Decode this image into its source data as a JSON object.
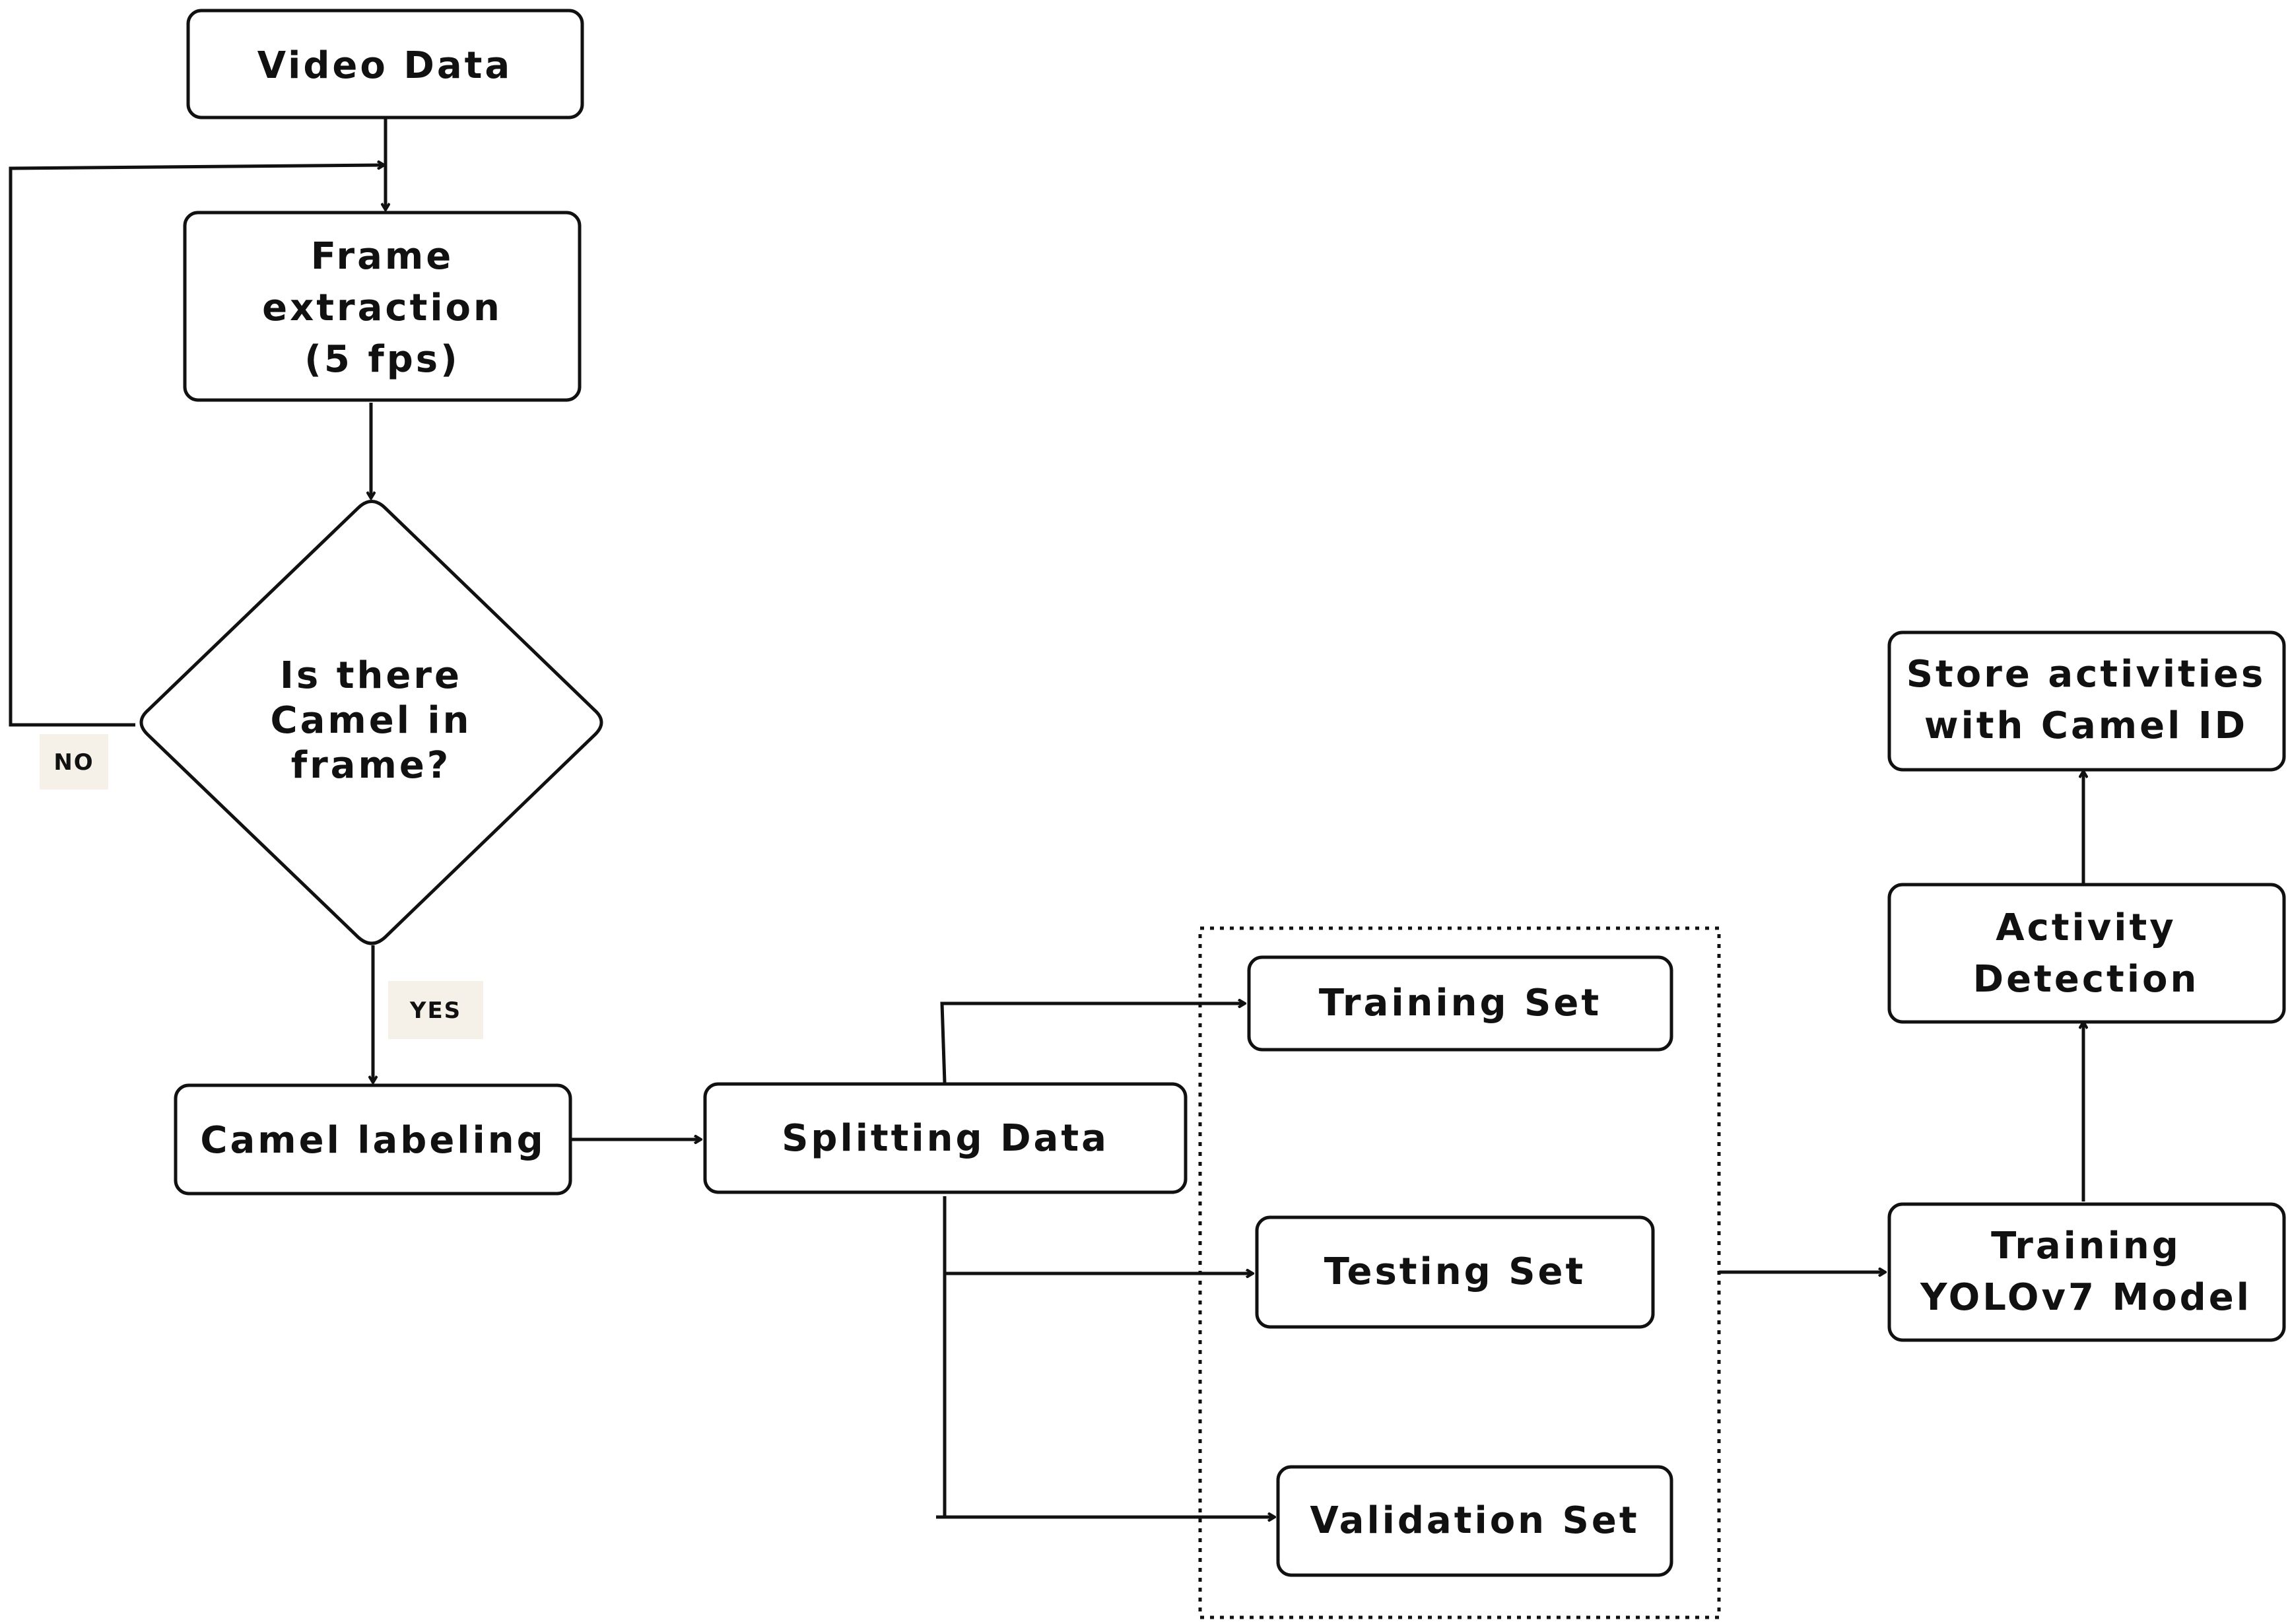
{
  "nodes": {
    "video_data": {
      "label": "Video Data"
    },
    "frame_extraction": {
      "line1": "Frame",
      "line2": "extraction",
      "line3": "(5 fps)"
    },
    "decision": {
      "line1": "Is there",
      "line2": "Camel in",
      "line3": "frame?"
    },
    "camel_labeling": {
      "label": "Camel labeling"
    },
    "splitting_data": {
      "label": "Splitting Data"
    },
    "training_set": {
      "label": "Training Set"
    },
    "testing_set": {
      "label": "Testing Set"
    },
    "validation_set": {
      "label": "Validation Set"
    },
    "training_model": {
      "line1": "Training",
      "line2": "YOLOv7 Model"
    },
    "activity_detection": {
      "line1": "Activity",
      "line2": "Detection"
    },
    "store_activities": {
      "line1": "Store activities",
      "line2": "with Camel ID"
    }
  },
  "edge_labels": {
    "no": "NO",
    "yes": "YES"
  },
  "colors": {
    "stroke": "#111111",
    "tag_background": "#f5f1e8",
    "background": "#ffffff"
  }
}
